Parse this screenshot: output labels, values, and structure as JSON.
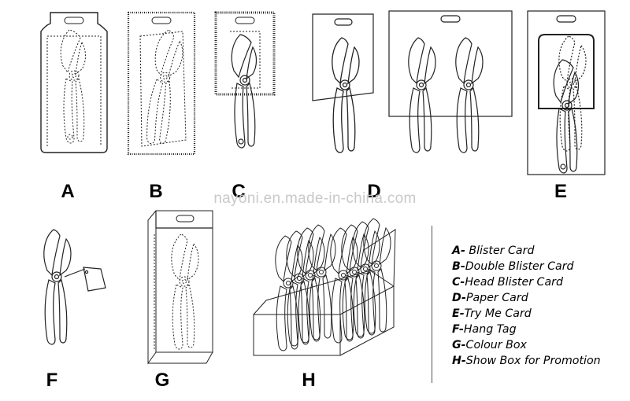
{
  "watermark": "nayoni.en.made-in-china.com",
  "panels": [
    {
      "letter": "A",
      "name": "blister-card"
    },
    {
      "letter": "B",
      "name": "double-blister-card"
    },
    {
      "letter": "C",
      "name": "head-blister-card"
    },
    {
      "letter": "D",
      "name": "paper-card"
    },
    {
      "letter": "E",
      "name": "try-me-card"
    },
    {
      "letter": "F",
      "name": "hang-tag"
    },
    {
      "letter": "G",
      "name": "colour-box"
    },
    {
      "letter": "H",
      "name": "show-box-for-promotion"
    }
  ],
  "legend": [
    {
      "key": "A-",
      "text": " Blister Card"
    },
    {
      "key": "B-",
      "text": "Double Blister Card"
    },
    {
      "key": "C-",
      "text": "Head Blister Card"
    },
    {
      "key": "D-",
      "text": "Paper Card"
    },
    {
      "key": "E-",
      "text": "Try Me Card"
    },
    {
      "key": "F-",
      "text": "Hang Tag"
    },
    {
      "key": "G-",
      "text": "Colour Box"
    },
    {
      "key": "H-",
      "text": "Show Box for Promotion"
    }
  ]
}
